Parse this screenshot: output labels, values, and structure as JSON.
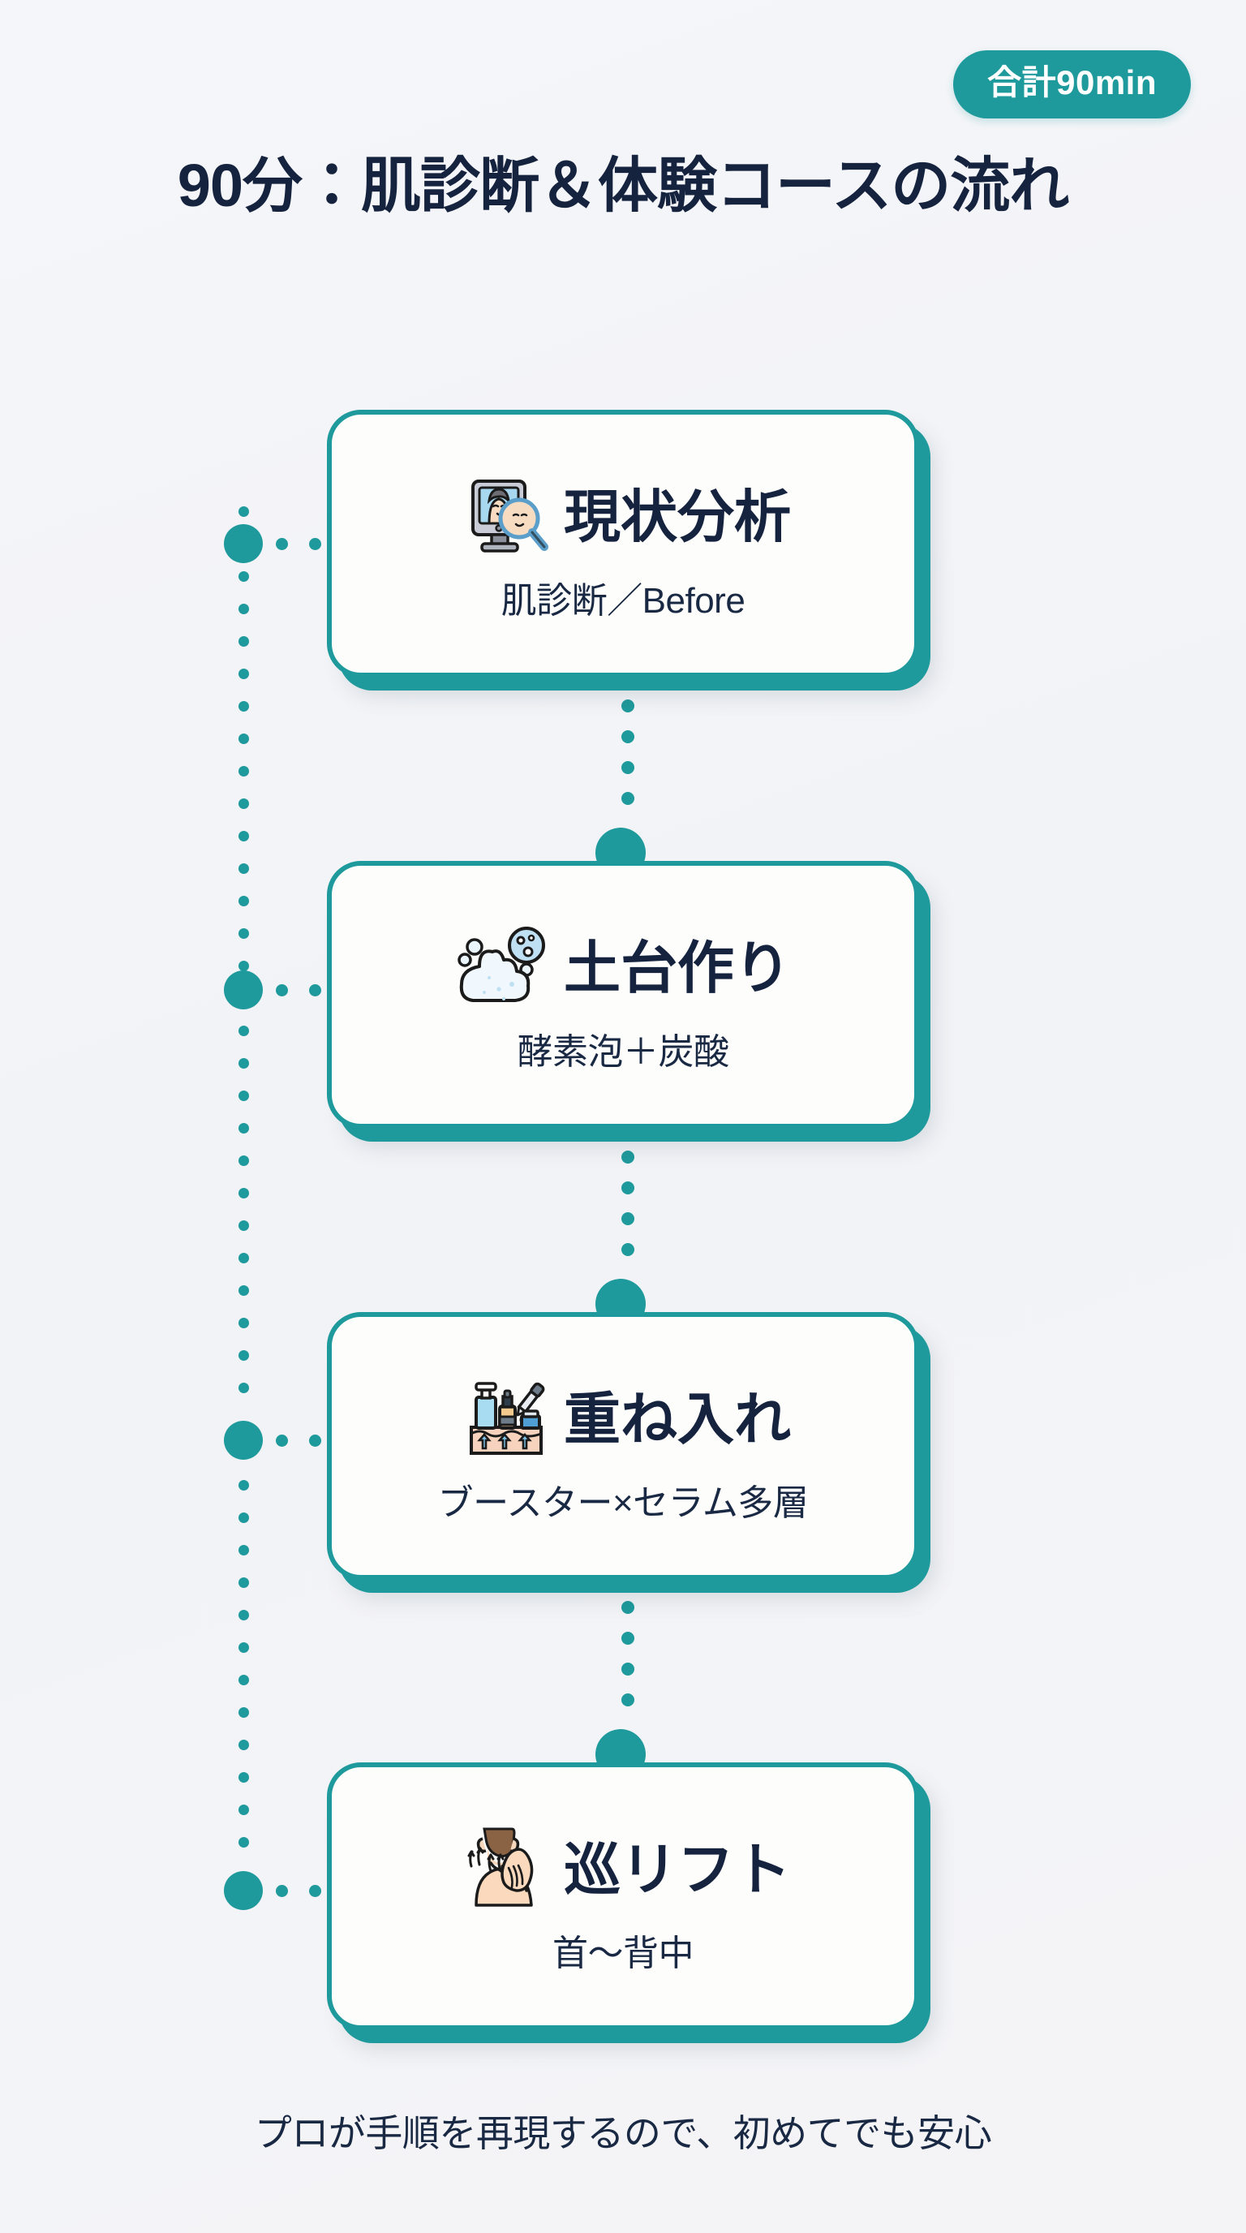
{
  "badge": {
    "label": "合計90min"
  },
  "title": "90分：肌診断＆体験コースの流れ",
  "steps": [
    {
      "title": "現状分析",
      "subtitle": "肌診断／Before",
      "icon": "skin-analysis-monitor-icon"
    },
    {
      "title": "土台作り",
      "subtitle": "酵素泡＋炭酸",
      "icon": "foam-bubbles-icon"
    },
    {
      "title": "重ね入れ",
      "subtitle": "ブースター×セラム多層",
      "icon": "serum-layering-icon"
    },
    {
      "title": "巡リフト",
      "subtitle": "首〜背中",
      "icon": "neck-shoulder-massage-icon"
    }
  ],
  "footer": "プロが手順を再現するので、初めてでも安心",
  "colors": {
    "accent": "#1f9a9c",
    "text": "#15233f",
    "background": "#f4f5f8",
    "card": "#fdfdfc"
  }
}
